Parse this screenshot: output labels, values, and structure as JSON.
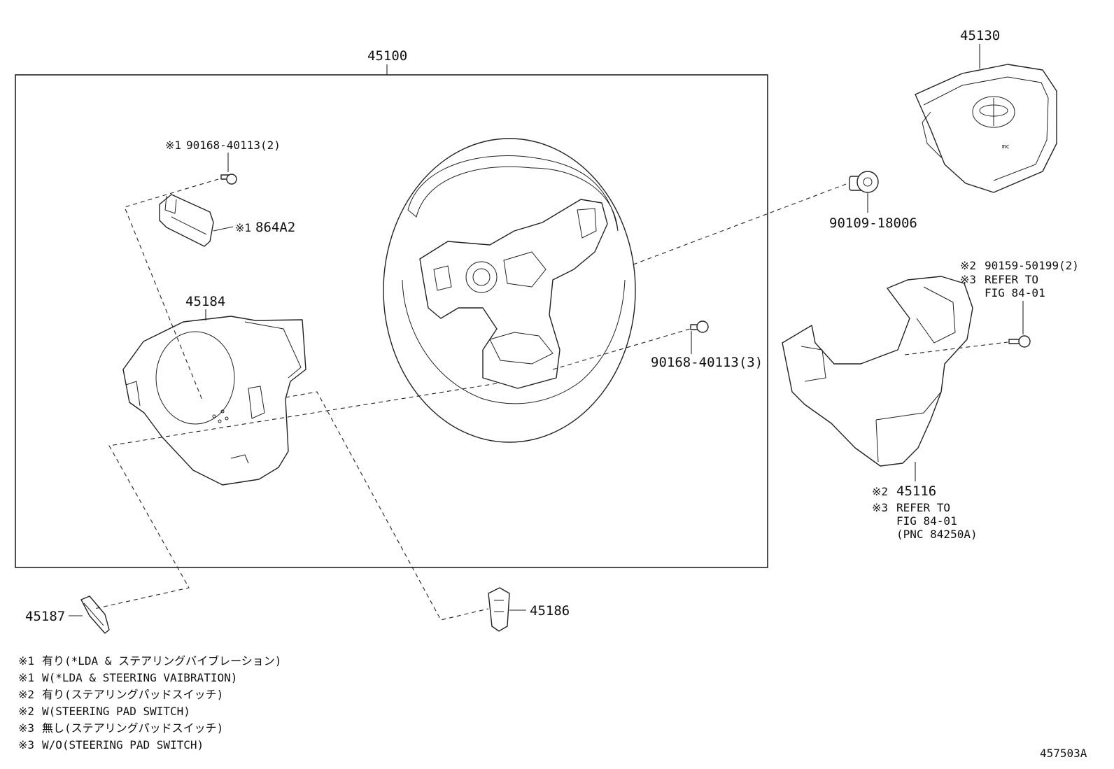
{
  "callouts": {
    "p45100": "45100",
    "p45130": "45130",
    "p90168a_mark": "※1",
    "p90168a": "90168-40113(2)",
    "p864a2_mark": "※1",
    "p864a2": "864A2",
    "p90109": "90109-18006",
    "p90159_mark": "※2",
    "p90159": "90159-50199(2)",
    "p90159_ref_mark": "※3",
    "p90159_ref1": "REFER TO",
    "p90159_ref2": "FIG 84-01",
    "p45184": "45184",
    "p90168b": "90168-40113(3)",
    "p45116_mark": "※2",
    "p45116": "45116",
    "p45116_ref_mark": "※3",
    "p45116_ref1": "REFER TO",
    "p45116_ref2": "FIG 84-01",
    "p45116_ref3": "(PNC 84250A)",
    "p45187": "45187",
    "p45186": "45186"
  },
  "legend": [
    {
      "mark": "※1",
      "text": "有り(*LDA & ステアリングバイブレーション)"
    },
    {
      "mark": "※1",
      "text": "W(*LDA & STEERING VAIBRATION)"
    },
    {
      "mark": "※2",
      "text": "有り(ステアリングパッドスイッチ)"
    },
    {
      "mark": "※2",
      "text": "W(STEERING PAD SWITCH)"
    },
    {
      "mark": "※3",
      "text": "無し(ステアリングパッドスイッチ)"
    },
    {
      "mark": "※3",
      "text": "W/O(STEERING PAD SWITCH)"
    }
  ],
  "figure_id": "457503A"
}
